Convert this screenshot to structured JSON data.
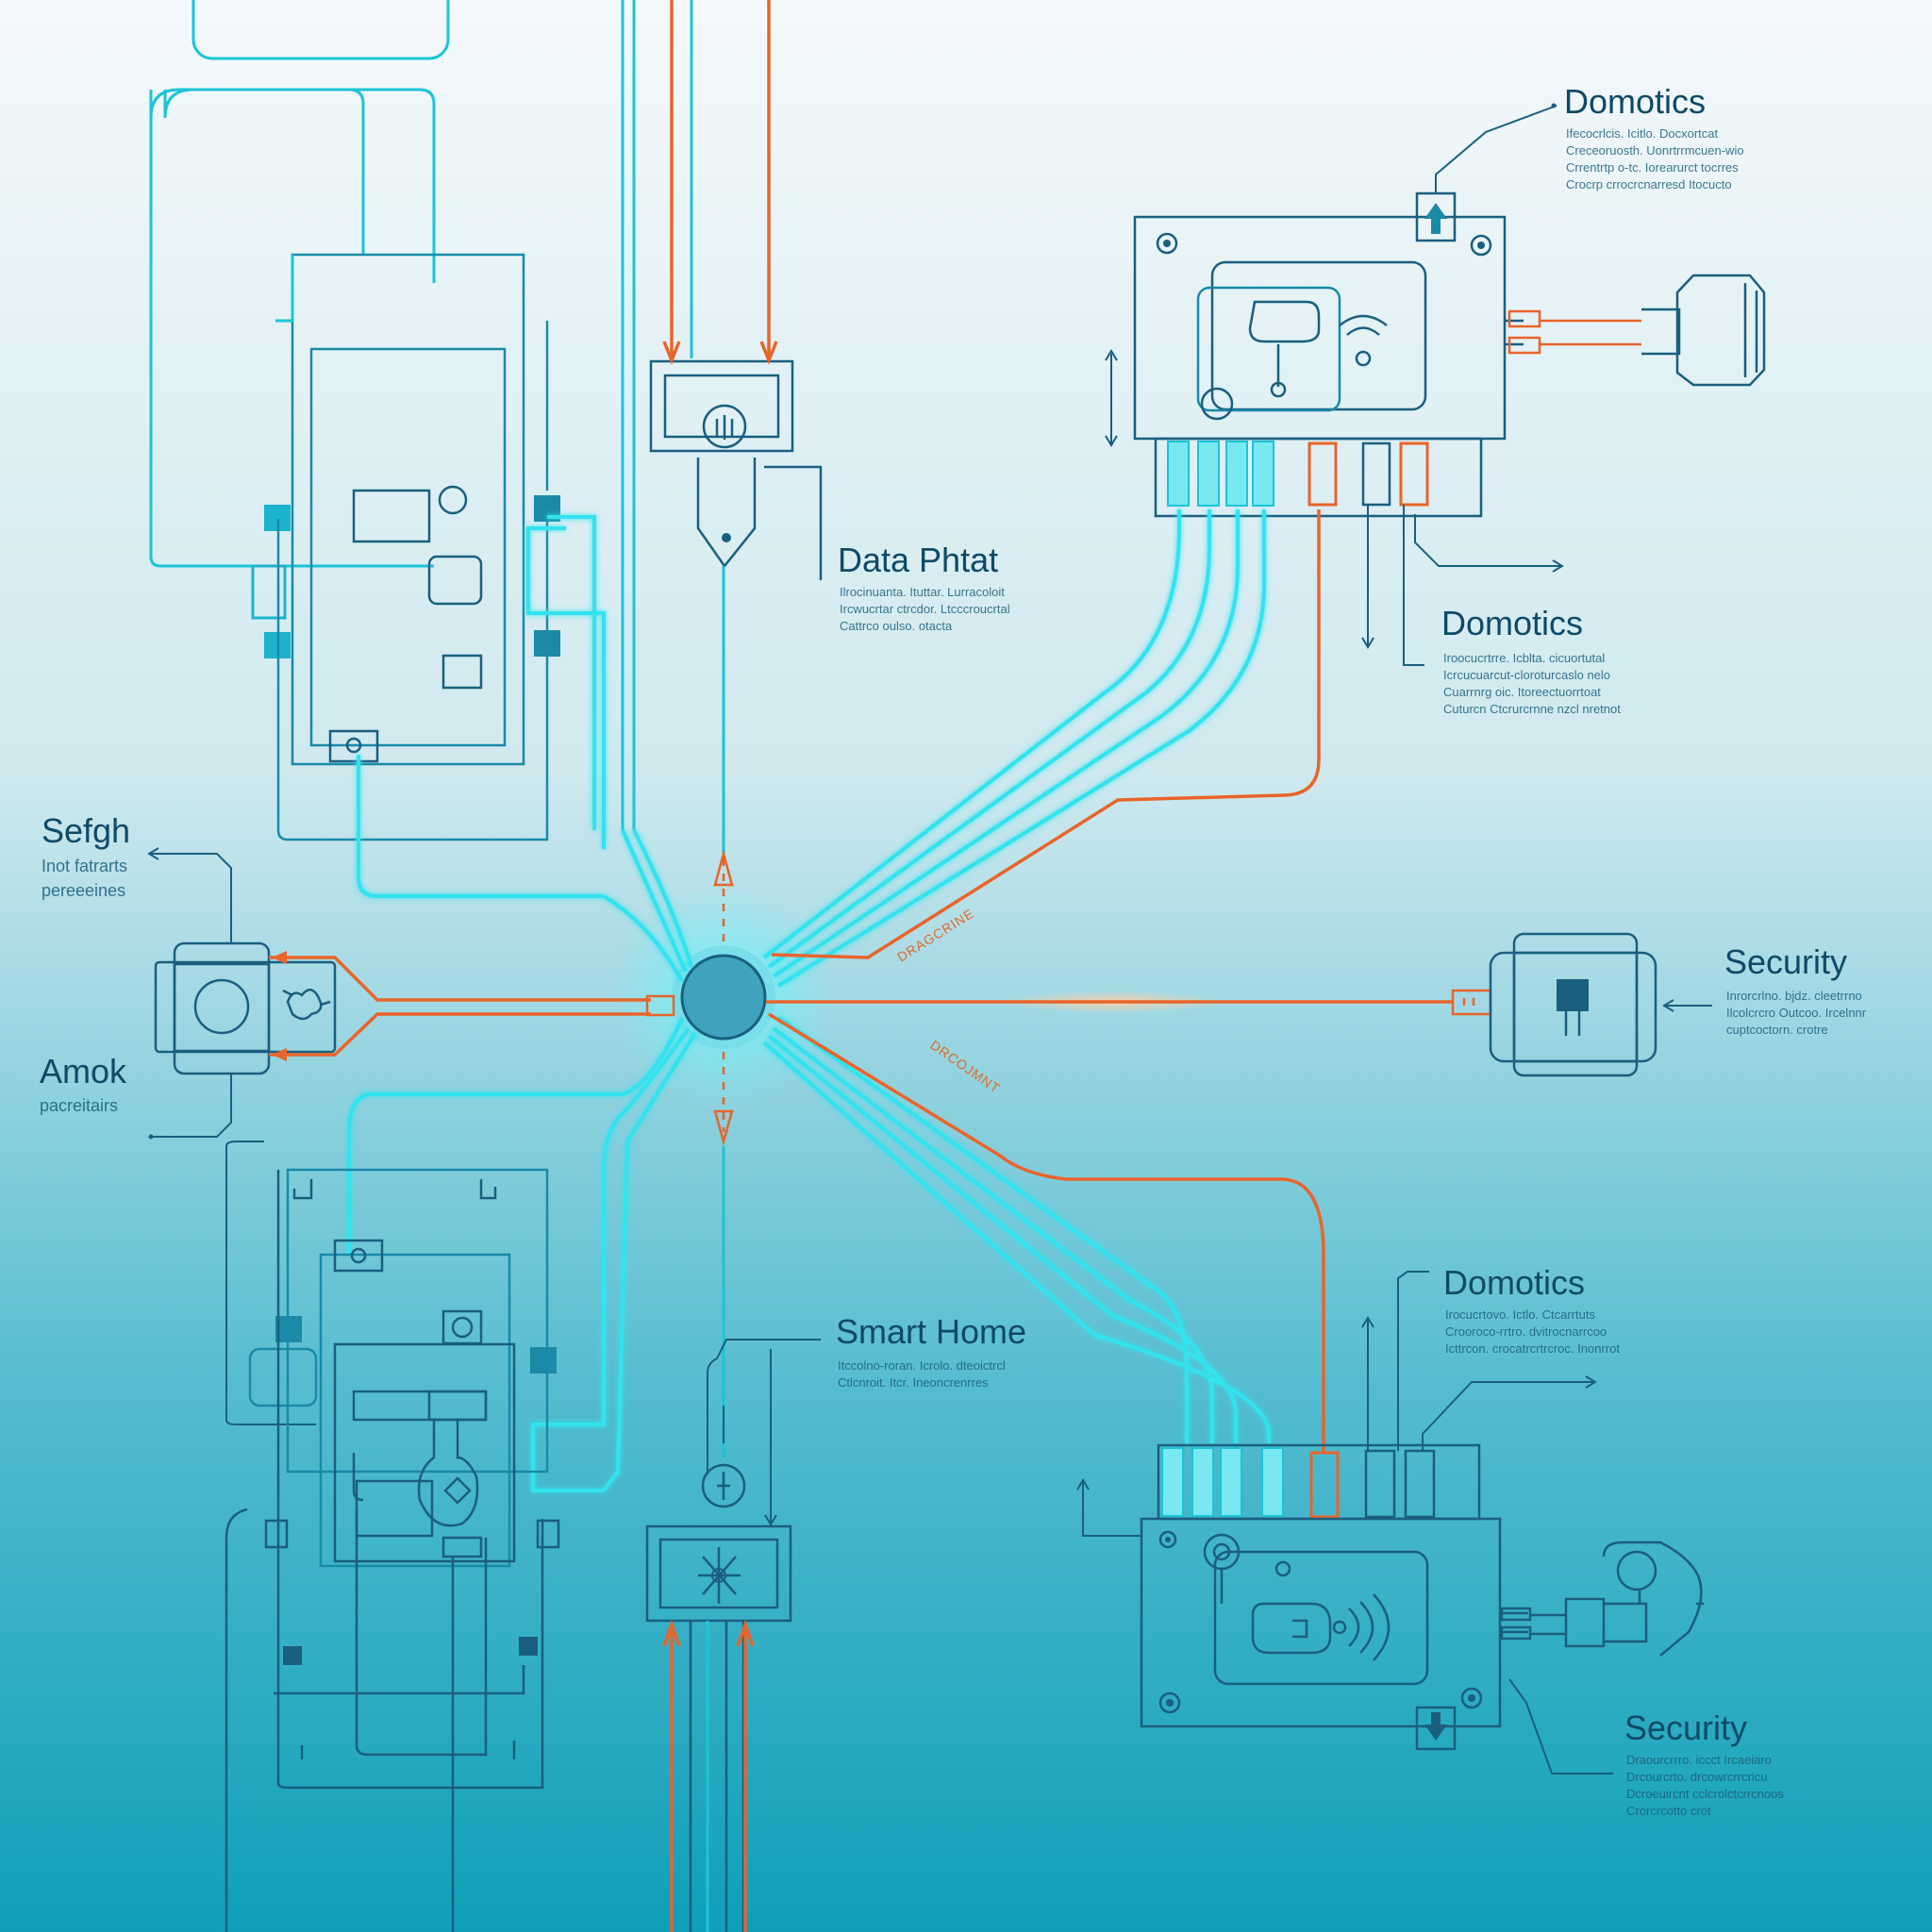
{
  "palette": {
    "bg_top": "#f4f9fb",
    "bg_bottom": "#0f9fb9",
    "cyan": "#1bc4d8",
    "cyan_glow": "#31e3ef",
    "dark_line": "#1a5f7f",
    "orange": "#e9642a",
    "text": "#0f4a66"
  },
  "labels": {
    "domotics_top": {
      "title": "Domotics",
      "body": [
        "Ifecocrlcis. Icitlo. Docxortcat",
        "Creceoruosth. Uonrtrrmcuen-wio",
        "Crrentrtp o-tc. Iorearurct tocrres",
        "Crocrp crrocrcnarresd Itocucto"
      ]
    },
    "data_phat": {
      "title": "Data Phtat",
      "body": [
        "Ilrocinuanta. Ituttar. Lurracoloit",
        "Ircwucrtar ctrcdor. Ltcccroucrtal",
        "Cattrco oulso. otacta"
      ]
    },
    "domotics_mid": {
      "title": "Domotics",
      "body": [
        "Iroocucrtrre. Icblta. cicuortutal",
        "Icrcucuarcut-cloroturcaslo nelo",
        "Cuarrnrg oic. Itoreectuorrtoat",
        "Cuturcn Ctcrurcrnne nzcl nretnot"
      ]
    },
    "sefgh": {
      "title": "Sefgh",
      "body": [
        "Inot fatrarts",
        "pereeeines"
      ]
    },
    "amok": {
      "title": "Amok",
      "body": [
        "pacreitairs"
      ]
    },
    "security_mid": {
      "title": "Security",
      "body": [
        "Inrorcrlno. bjdz. cleetrrno",
        "Ilcolcrcro Outcoo. Ircelnnr",
        "cuptcoctorn. crotre"
      ]
    },
    "smart_home": {
      "title": "Smart Home",
      "body": [
        "Itccolno-roran. Icrolo. dteoictrcl",
        "Ctlcnroit. Itcr. Ineoncrenrres"
      ]
    },
    "domotics_bot": {
      "title": "Domotics",
      "body": [
        "Irocucrtovo. Ictlo. Ctcarrtuts",
        "Crooroco-rrtro. dvitrocnarrcoo",
        "Icttrcon. crocatrcrtrcroc. Inonrrot"
      ]
    },
    "security_bot": {
      "title": "Security",
      "body": [
        "Draourcrrro. iccct Ircaeiaro",
        "Drcourcrto. drcowrcrrcricu",
        "Dcroeuircnt cclcrolctcrrcnoos",
        "Crorcrcotto crot"
      ]
    }
  },
  "wire_tags": {
    "upper": "DRAGCRINE",
    "lower": "DRCOJMNT"
  },
  "icons": [
    "hub-node",
    "wifi-icon",
    "lock-icon",
    "arrow-up-icon",
    "arrow-down-icon",
    "motor-icon",
    "sensor-icon",
    "plug-icon",
    "switch-icon"
  ]
}
